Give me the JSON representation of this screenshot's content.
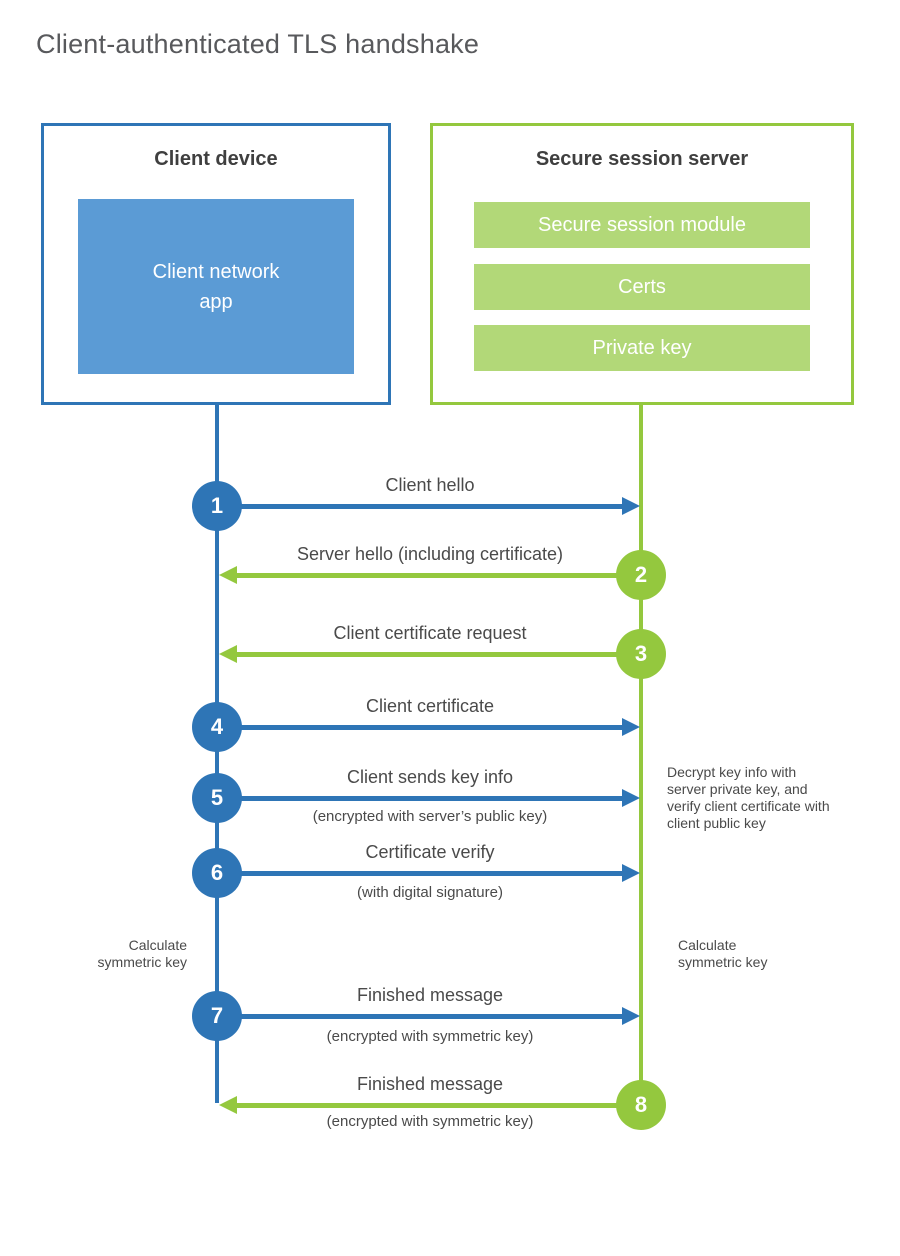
{
  "title": "Client-authenticated TLS handshake",
  "client": {
    "heading": "Client device",
    "app_label": "Client network app"
  },
  "server": {
    "heading": "Secure session server",
    "modules": [
      "Secure session module",
      "Certs",
      "Private key"
    ]
  },
  "steps": [
    {
      "num": "1",
      "label": "Client hello",
      "sublabel": "",
      "from": "client",
      "direction": "right"
    },
    {
      "num": "2",
      "label": "Server hello (including certificate)",
      "sublabel": "",
      "from": "server",
      "direction": "left"
    },
    {
      "num": "3",
      "label": "Client certificate request",
      "sublabel": "",
      "from": "server",
      "direction": "left"
    },
    {
      "num": "4",
      "label": "Client certificate",
      "sublabel": "",
      "from": "client",
      "direction": "right"
    },
    {
      "num": "5",
      "label": "Client sends key info",
      "sublabel": "(encrypted with server’s public key)",
      "from": "client",
      "direction": "right"
    },
    {
      "num": "6",
      "label": "Certificate verify",
      "sublabel": "(with digital signature)",
      "from": "client",
      "direction": "right"
    },
    {
      "num": "7",
      "label": "Finished message",
      "sublabel": "(encrypted with symmetric key)",
      "from": "client",
      "direction": "right"
    },
    {
      "num": "8",
      "label": "Finished message",
      "sublabel": "(encrypted with symmetric key)",
      "from": "server",
      "direction": "left"
    }
  ],
  "notes": {
    "decrypt": "Decrypt key info with server private key, and verify client certificate with client public key",
    "calc_left": "Calculate symmetric key",
    "calc_right": "Calculate symmetric key"
  },
  "colors": {
    "blue": "#2e75b6",
    "blue_light": "#5b9bd5",
    "green": "#94c83e",
    "green_light": "#b2d878"
  }
}
